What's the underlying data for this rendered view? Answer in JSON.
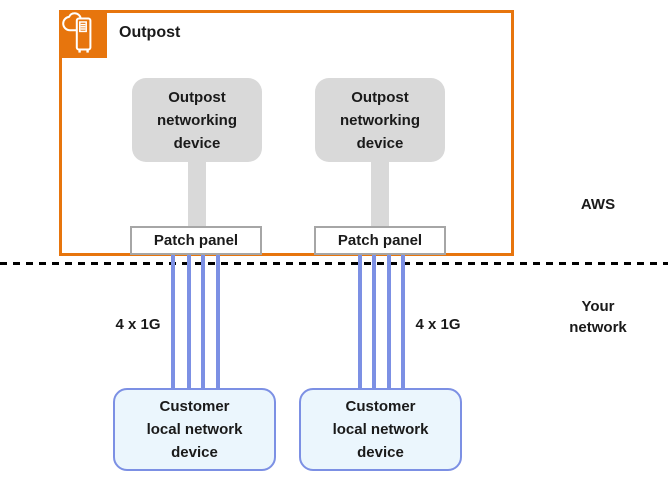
{
  "outpost": {
    "label": "Outpost",
    "icon": "aws-outposts-icon",
    "border_color": "#e7750d"
  },
  "networking_devices": [
    {
      "label": "Outpost\nnetworking\ndevice"
    },
    {
      "label": "Outpost\nnetworking\ndevice"
    }
  ],
  "patch_panels": [
    {
      "label": "Patch panel"
    },
    {
      "label": "Patch panel"
    }
  ],
  "customer_devices": [
    {
      "label": "Customer\nlocal network\ndevice"
    },
    {
      "label": "Customer\nlocal network\ndevice"
    }
  ],
  "link_labels": [
    {
      "text": "4 x 1G"
    },
    {
      "text": "4 x 1G"
    }
  ],
  "regions": {
    "aws": "AWS",
    "your_network": "Your\nnetwork"
  },
  "cables": {
    "count_per_panel": 4,
    "color": "#7c90e4"
  },
  "colors": {
    "outpost_orange": "#e7750d",
    "device_gray": "#d9d9d9",
    "panel_border_gray": "#a6a6a6",
    "cable_blue": "#7c90e4",
    "customer_fill": "#ebf6fd",
    "customer_border": "#7c90e4",
    "separator_black": "#000000",
    "text": "#1a1a1a",
    "background": "#ffffff"
  }
}
